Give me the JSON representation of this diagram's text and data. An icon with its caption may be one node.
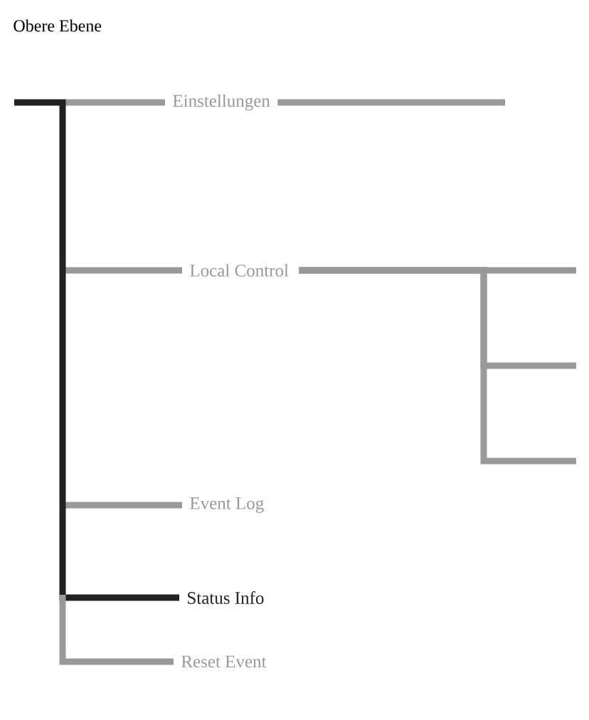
{
  "diagram": {
    "title": "Obere Ebene",
    "nodes": [
      {
        "text": [
          "Einstellungen"
        ]
      },
      {
        "text": [
          "Local Control"
        ]
      },
      {
        "text": [
          "Event Log"
        ]
      },
      {
        "text": [
          "Status Info"
        ]
      },
      {
        "text": [
          "Reset Event"
        ]
      }
    ],
    "edges": [
      {
        "from": null,
        "to": 0,
        "arrow": "none"
      },
      {
        "from": null,
        "to": 1,
        "arrow": "none"
      },
      {
        "from": null,
        "to": 2,
        "arrow": "none"
      },
      {
        "from": null,
        "to": 3,
        "arrow": "none",
        "color": "#222222"
      },
      {
        "from": null,
        "to": 4,
        "arrow": "none"
      },
      {
        "from": 0,
        "to": null,
        "arrow": "none"
      },
      {
        "from": 1,
        "to": null,
        "arrow": "none"
      },
      {
        "from": 1,
        "to": null,
        "arrow": "none"
      },
      {
        "from": 1,
        "to": null,
        "arrow": "none"
      }
    ]
  }
}
